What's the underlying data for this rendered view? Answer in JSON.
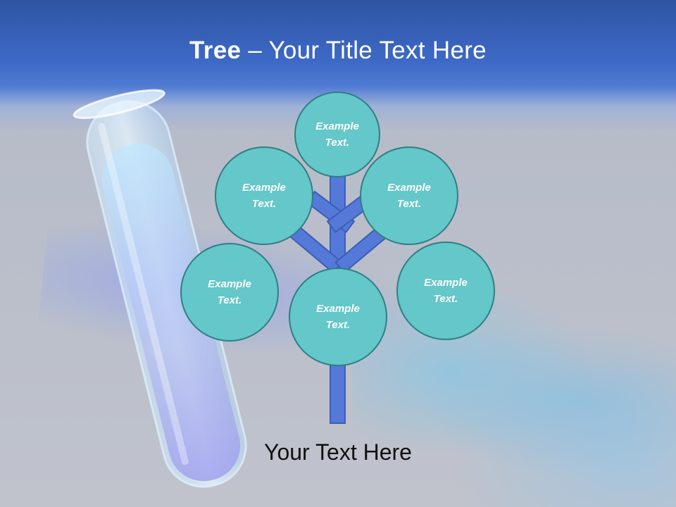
{
  "slide": {
    "title_bold": "Tree",
    "title_separator": " – ",
    "title_rest": "Your Title Text Here",
    "footer_text": "Your Text Here"
  },
  "tree": {
    "nodes": [
      {
        "label": "Example\nText."
      },
      {
        "label": "Example\nText."
      },
      {
        "label": "Example\nText."
      },
      {
        "label": "Example\nText."
      },
      {
        "label": "Example\nText."
      },
      {
        "label": "Example\nText."
      }
    ]
  },
  "colors": {
    "node_fill": "#64c7c9",
    "node_border": "#2f7f84",
    "branch_fill": "#5479d8",
    "header_blue": "#3d69c6"
  }
}
